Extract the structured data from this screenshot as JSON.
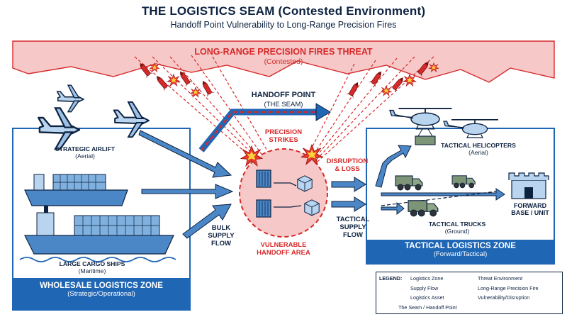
{
  "title": "THE LOGISTICS SEAM (Contested Environment)",
  "subtitle": "Handoff Point Vulnerability to Long-Range Precision Fires",
  "threat": {
    "title": "LONG-RANGE PRECISION FIRES THREAT",
    "subtitle": "(Contested)"
  },
  "handoff": {
    "title": "HANDOFF POINT",
    "subtitle": "(THE SEAM)"
  },
  "strikes_label": [
    "PRECISION",
    "STRIKES"
  ],
  "disruption_label": [
    "DISRUPTION",
    "& LOSS"
  ],
  "vulnerable_label": [
    "VULNERABLE",
    "HANDOFF AREA"
  ],
  "bulk_flow_label": [
    "BULK",
    "SUPPLY",
    "FLOW"
  ],
  "tactical_flow_label": [
    "TACTICAL",
    "SUPPLY",
    "FLOW"
  ],
  "wholesale": {
    "zone_title": "WHOLESALE LOGISTICS ZONE",
    "zone_subtitle": "(Strategic/Operational)",
    "airlift_label": "STRATEGIC AIRLIFT",
    "airlift_sub": "(Aerial)",
    "ships_label": "LARGE CARGO SHIPS",
    "ships_sub": "(Maritime)"
  },
  "tactical": {
    "zone_title": "TACTICAL LOGISTICS ZONE",
    "zone_subtitle": "(Forward/Tactical)",
    "helicopters_label": "TACTICAL HELICOPTERS",
    "helicopters_sub": "(Aerial)",
    "trucks_label": "TACTICAL TRUCKS",
    "trucks_sub": "(Ground)",
    "base_label": [
      "FORWARD",
      "BASE / UNIT"
    ]
  },
  "legend": {
    "title": "LEGEND:",
    "items": [
      {
        "label": "Logistics Zone",
        "icon": "zone-swatch"
      },
      {
        "label": "Threat Environment",
        "icon": "threat-swatch"
      },
      {
        "label": "Supply Flow",
        "icon": "arrow-icon"
      },
      {
        "label": "Long-Range Precision Fire",
        "icon": "missile-icon"
      },
      {
        "label": "Logistics Asset",
        "icon": "asset-icon"
      },
      {
        "label": "Vulnerability/Disruption",
        "icon": "burst-icon"
      },
      {
        "label": "The Seam / Handoff Point",
        "icon": "dash-line"
      }
    ]
  },
  "colors": {
    "blue": "#1f66b5",
    "light_blue": "#d4e6f6",
    "red": "#d62a2a",
    "pink": "#f7c8c8",
    "navy": "#0d2240"
  }
}
